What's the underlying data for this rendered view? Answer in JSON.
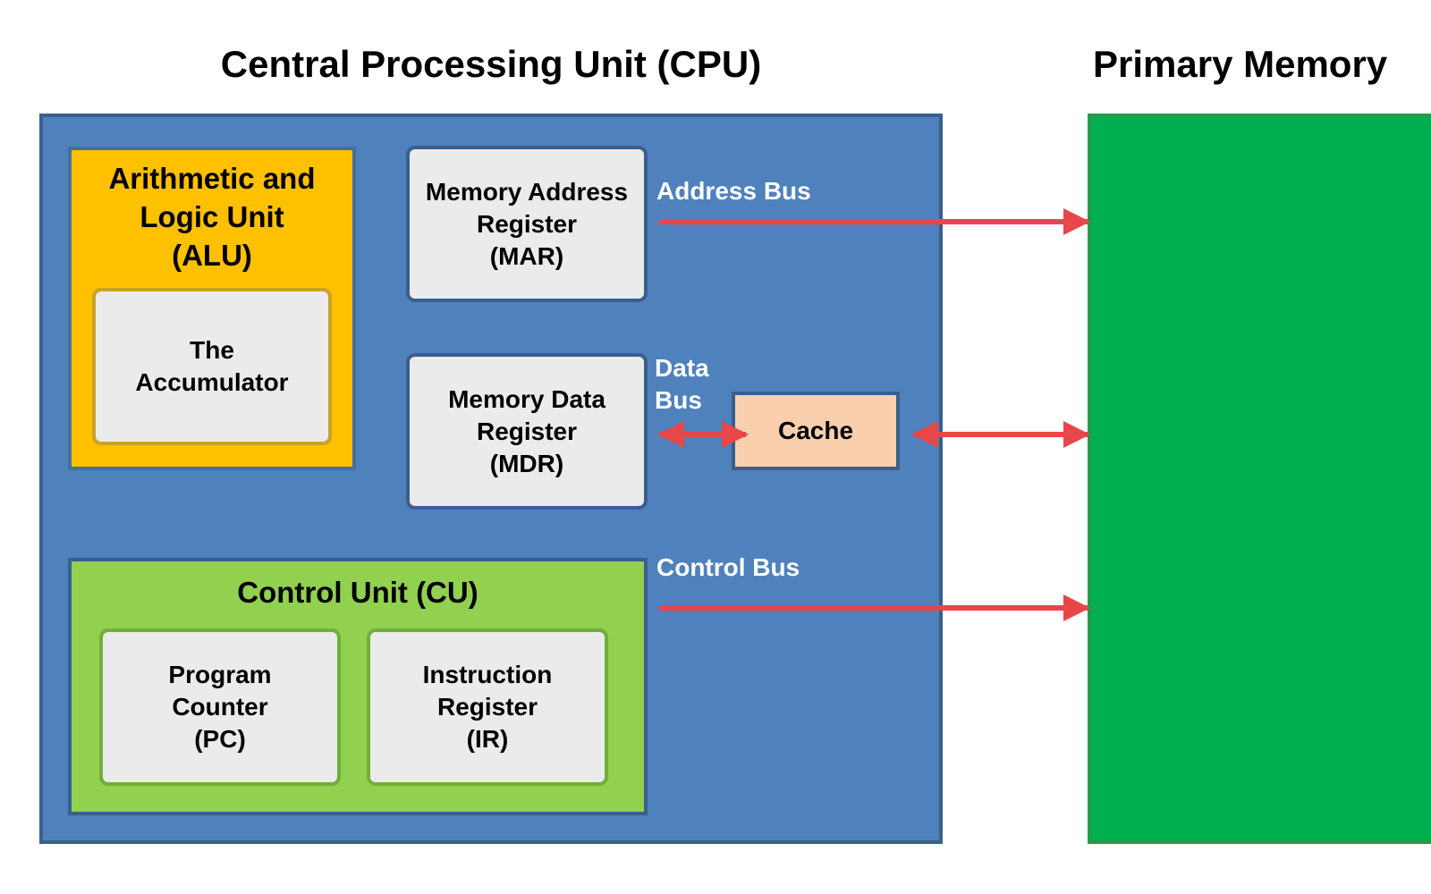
{
  "cpu": {
    "title": "Central Processing Unit (CPU)"
  },
  "memory": {
    "title": "Primary Memory"
  },
  "alu": {
    "line1": "Arithmetic and",
    "line2": "Logic Unit",
    "line3": "(ALU)"
  },
  "accumulator": {
    "line1": "The",
    "line2": "Accumulator"
  },
  "mar": {
    "line1": "Memory Address",
    "line2": "Register",
    "line3": "(MAR)"
  },
  "mdr": {
    "line1": "Memory Data",
    "line2": "Register",
    "line3": "(MDR)"
  },
  "cache": {
    "label": "Cache"
  },
  "control_unit": {
    "title": "Control Unit (CU)"
  },
  "pc": {
    "line1": "Program",
    "line2": "Counter",
    "line3": "(PC)"
  },
  "ir": {
    "line1": "Instruction",
    "line2": "Register",
    "line3": "(IR)"
  },
  "buses": {
    "address": "Address Bus",
    "data_line1": "Data",
    "data_line2": "Bus",
    "control": "Control Bus"
  },
  "colors": {
    "cpu": "#4f81bd",
    "memory": "#00b050",
    "alu": "#ffc000",
    "control_unit": "#92d050",
    "register": "#ebebeb",
    "cache": "#f9cfae",
    "bus_arrow": "#e8474a"
  }
}
